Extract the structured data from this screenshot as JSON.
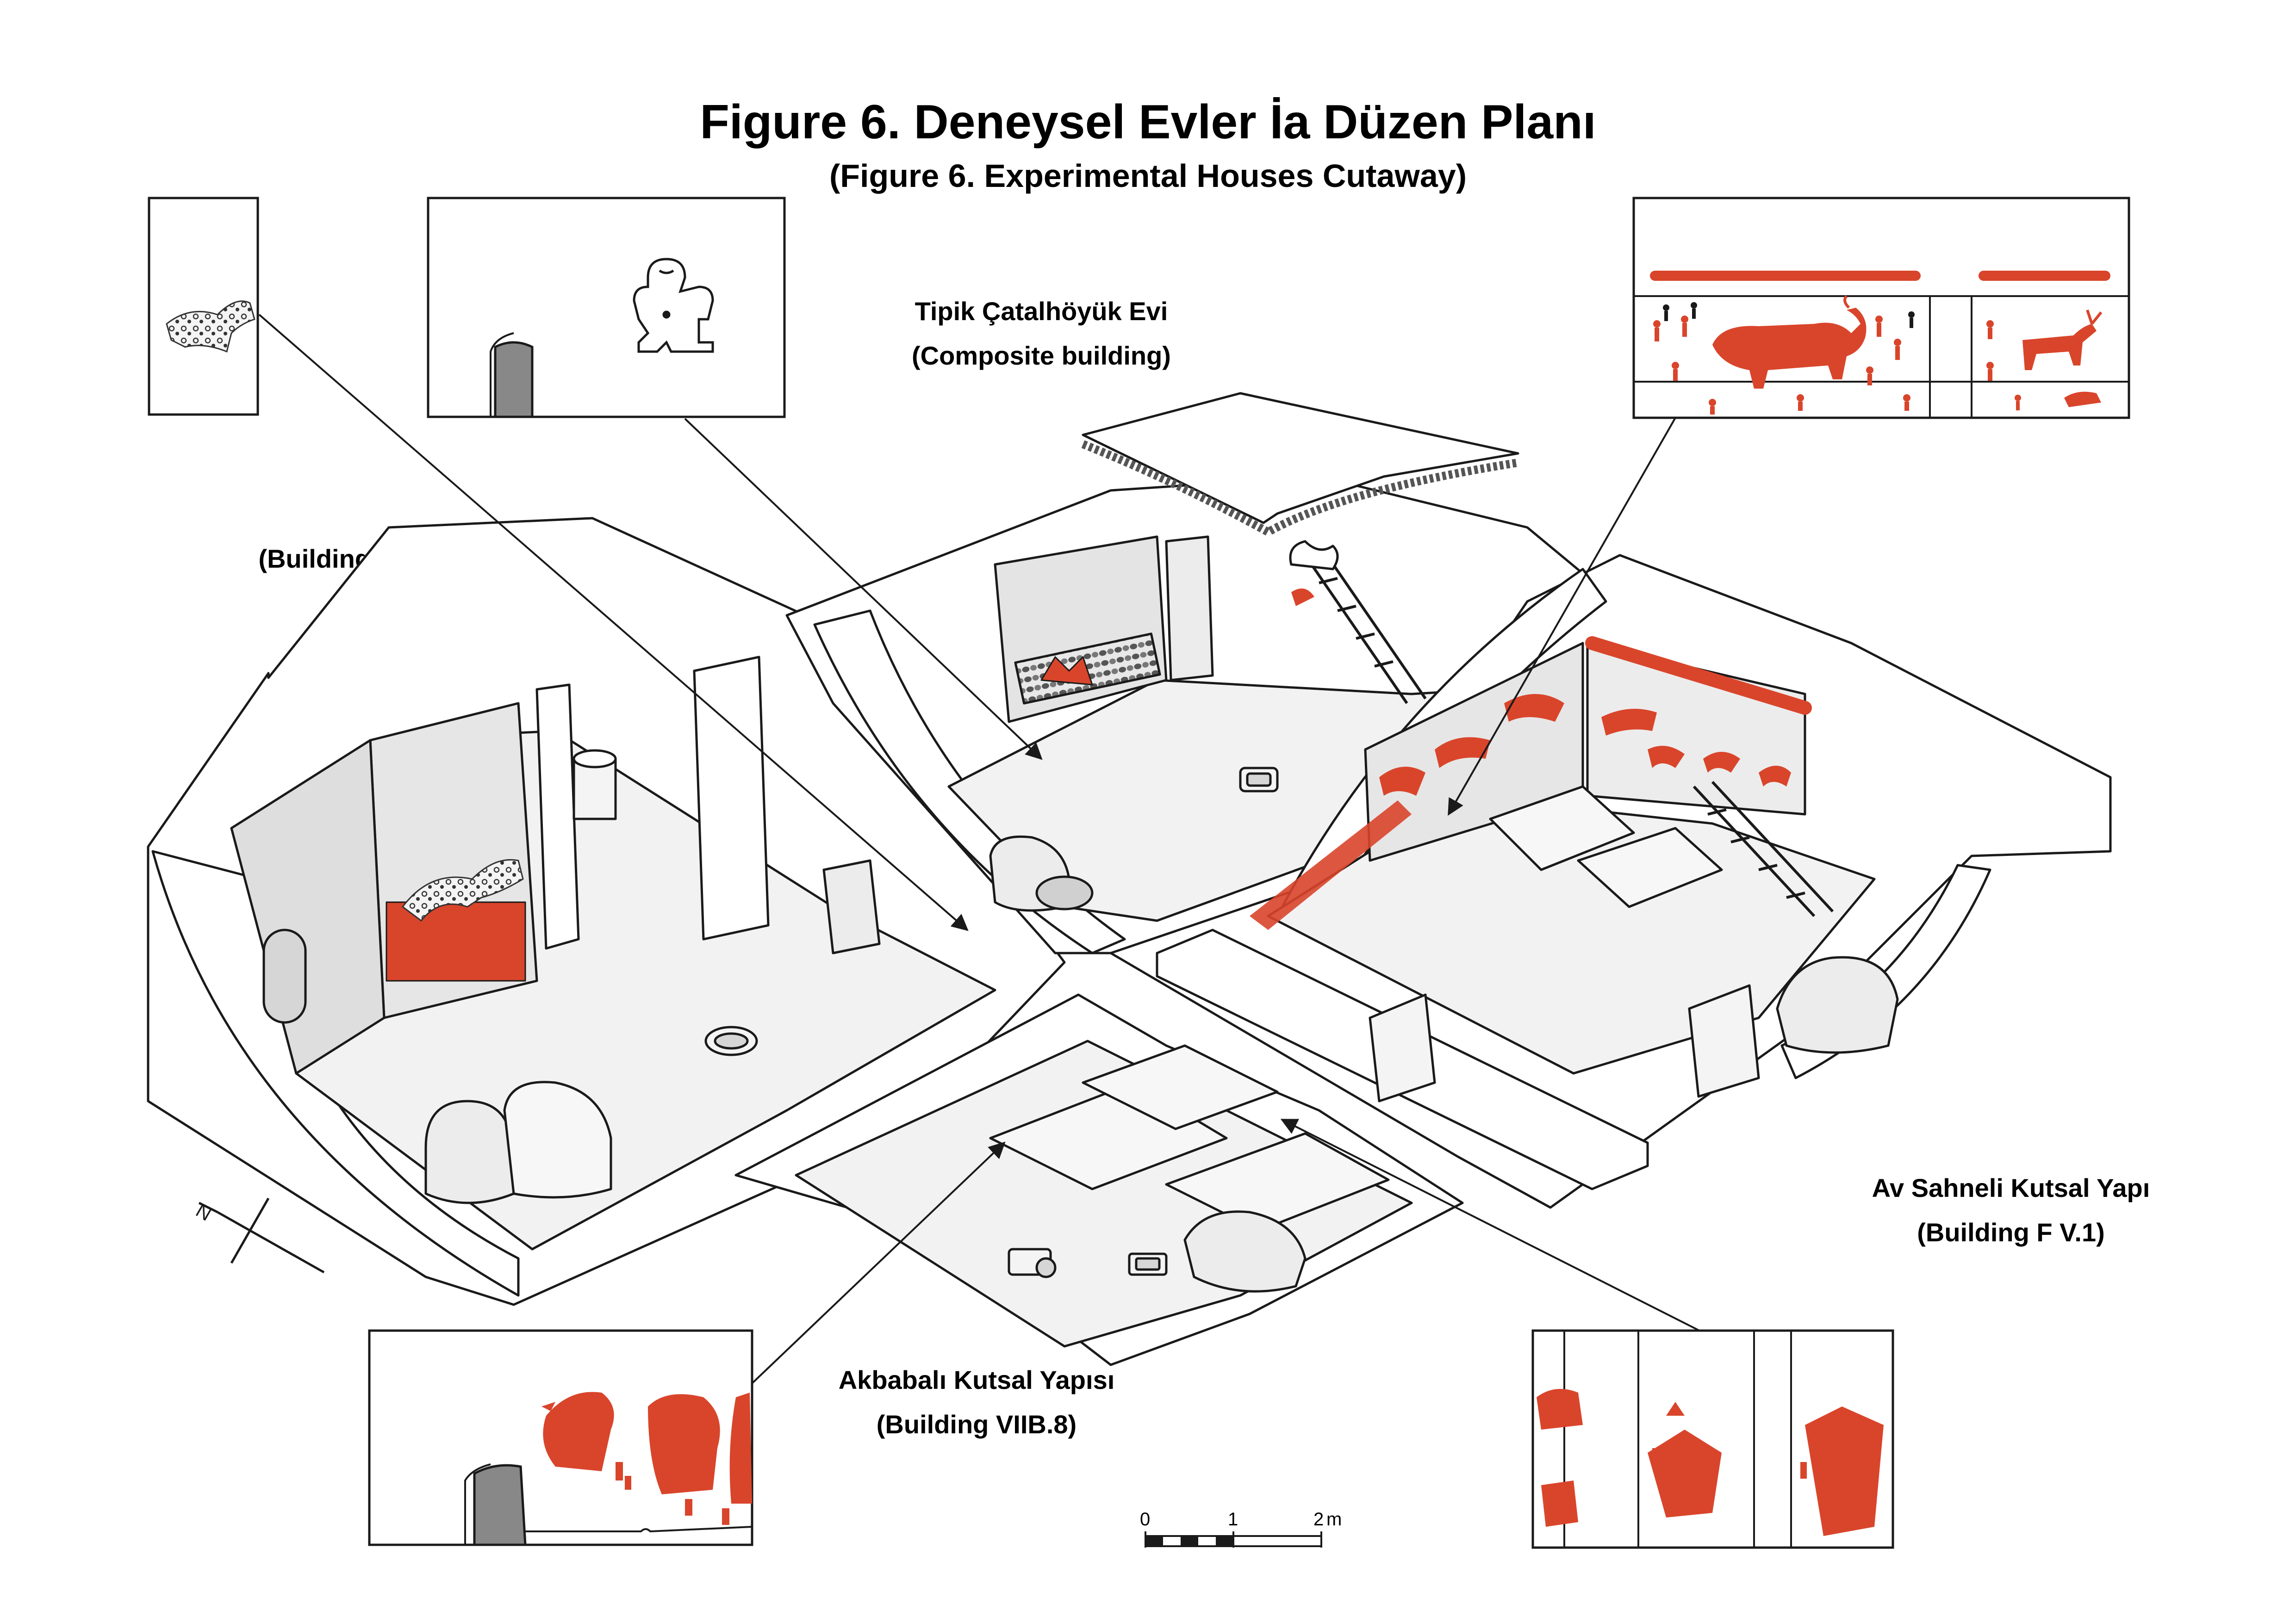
{
  "title": "Figure 6. Deneysel Evler İa Düzen Planı",
  "subtitle": "(Figure 6. Experimental Houses Cutaway)",
  "labels": {
    "composite_tr": "Tipik Çatalhöyük Evi",
    "composite_en": "(Composite building)",
    "vii44": "(Building VII.44)",
    "fv1_tr": "Av Sahneli Kutsal Yapı",
    "fv1_en": "(Building F V.1)",
    "viib8_tr": "Akbabalı Kutsal Yapısı",
    "viib8_en": "(Building VIIB.8)"
  },
  "scale_bar": {
    "ticks": [
      "0",
      "1",
      "2"
    ],
    "unit": "m"
  },
  "north_arrow": {
    "label": "N"
  },
  "colors": {
    "accent": "#d9452b",
    "line": "#1a1a1a",
    "wall_fill": "#ffffff",
    "floor_fill": "#f2f2f2",
    "shade": "#d9d9d9",
    "dark_shade": "#9a9a9a"
  }
}
